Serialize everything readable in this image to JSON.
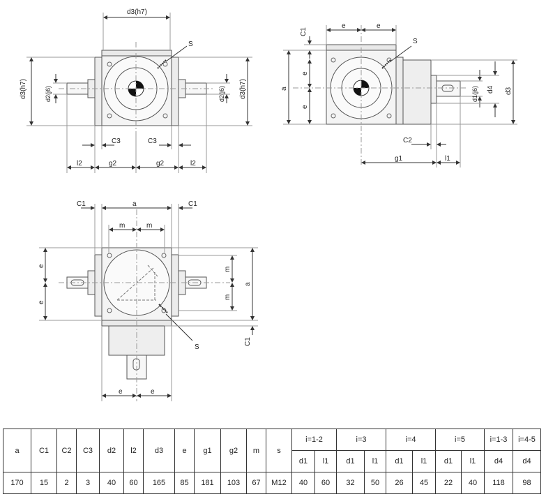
{
  "drawing": {
    "top_left_view": {
      "labels": {
        "d3_top": "d3(h7)",
        "d3_left": "d3(h7)",
        "d3_right": "d3(h7)",
        "d2_left": "d2(j6)",
        "d2_right": "d2(j6)",
        "s": "S",
        "c3_left": "C3",
        "c3_right": "C3",
        "l2_left": "l2",
        "l2_right": "l2",
        "g2_left": "g2",
        "g2_right": "g2"
      }
    },
    "top_right_view": {
      "labels": {
        "c1": "C1",
        "e_top_left": "e",
        "e_top_right": "e",
        "s": "S",
        "a": "a",
        "e_mid": "e",
        "e_low": "e",
        "d1": "d1(j6)",
        "d4": "d4",
        "d3": "d3",
        "c2": "C2",
        "g1": "g1",
        "l1": "l1"
      }
    },
    "bottom_view": {
      "labels": {
        "c1_left": "C1",
        "a_top": "a",
        "c1_right": "C1",
        "m_left": "m",
        "m_right": "m",
        "e_upper": "e",
        "e_lower": "e",
        "m_upper": "m",
        "m_lower": "m",
        "a_right": "a",
        "c1_bottom": "C1",
        "s": "S",
        "e_bottom_left": "e",
        "e_bottom_right": "e"
      }
    }
  },
  "table": {
    "single_headers": [
      "a",
      "C1",
      "C2",
      "C3",
      "d2",
      "l2",
      "d3",
      "e",
      "g1",
      "g2",
      "m",
      "s"
    ],
    "groups": [
      {
        "label": "i=1-2",
        "sub": [
          "d1",
          "l1"
        ]
      },
      {
        "label": "i=3",
        "sub": [
          "d1",
          "l1"
        ]
      },
      {
        "label": "i=4",
        "sub": [
          "d1",
          "l1"
        ]
      },
      {
        "label": "i=5",
        "sub": [
          "d1",
          "l1"
        ]
      },
      {
        "label": "i=1-3",
        "sub": [
          "d4"
        ]
      },
      {
        "label": "i=4-5",
        "sub": [
          "d4"
        ]
      }
    ],
    "values": [
      "170",
      "15",
      "2",
      "3",
      "40",
      "60",
      "165",
      "85",
      "181",
      "103",
      "67",
      "M12",
      "40",
      "60",
      "32",
      "50",
      "26",
      "45",
      "22",
      "40",
      "118",
      "98"
    ]
  }
}
